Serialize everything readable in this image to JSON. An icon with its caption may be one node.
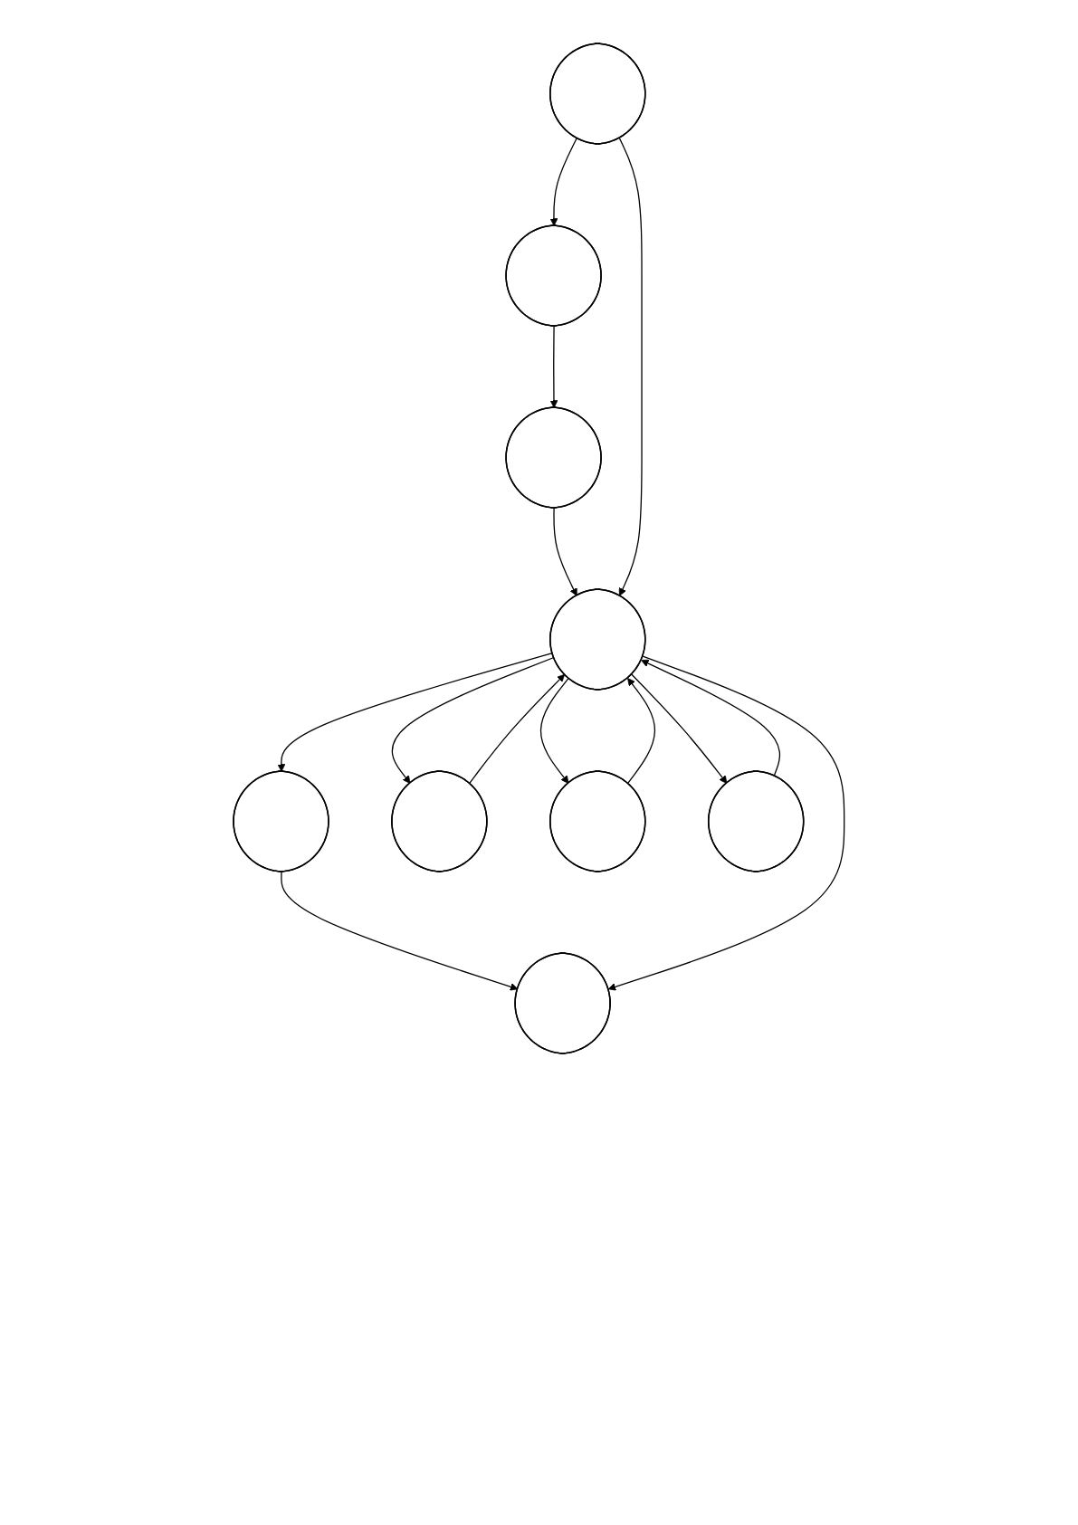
{
  "diagram": {
    "nodes": [
      {
        "text": [],
        "shape": "ellipse"
      },
      {
        "text": [],
        "shape": "ellipse"
      },
      {
        "text": [],
        "shape": "ellipse"
      },
      {
        "text": [],
        "shape": "ellipse"
      },
      {
        "text": [],
        "shape": "ellipse"
      },
      {
        "text": [],
        "shape": "ellipse"
      },
      {
        "text": [],
        "shape": "ellipse"
      },
      {
        "text": [],
        "shape": "ellipse"
      },
      {
        "text": [],
        "shape": "ellipse"
      }
    ],
    "edges": [
      {
        "from": 3,
        "to": 0,
        "arrow": "to"
      },
      {
        "from": 0,
        "to": 1,
        "arrow": "to"
      },
      {
        "from": 1,
        "to": 4,
        "arrow": "to"
      },
      {
        "from": 4,
        "to": 2,
        "arrow": "to"
      },
      {
        "from": 2,
        "to": 5,
        "arrow": "to"
      },
      {
        "from": 3,
        "to": 4,
        "arrow": "to"
      },
      {
        "from": 4,
        "to": 5,
        "arrow": "to"
      },
      {
        "from": 4,
        "to": 6,
        "arrow": "to"
      },
      {
        "from": 6,
        "to": 4,
        "arrow": "to"
      },
      {
        "from": 4,
        "to": 8,
        "arrow": "to"
      },
      {
        "from": 8,
        "to": 4,
        "arrow": "to"
      },
      {
        "from": 4,
        "to": 7,
        "arrow": "to"
      },
      {
        "from": 7,
        "to": 4,
        "arrow": "to"
      }
    ]
  }
}
